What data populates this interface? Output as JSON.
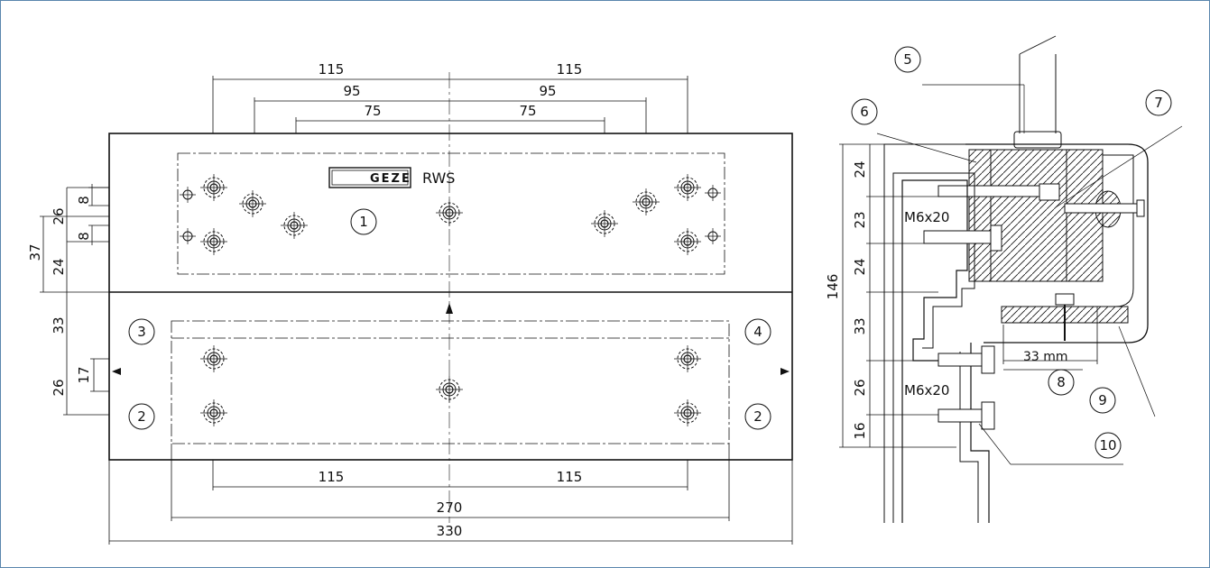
{
  "front_view": {
    "brand_logo": "GEZE",
    "model_label": "RWS",
    "top_dims": {
      "d115": "115",
      "d95": "95",
      "d75": "75"
    },
    "left_dims": {
      "d8": "8",
      "d26": "26",
      "d37": "37",
      "d24": "24",
      "d33": "33",
      "d17": "17"
    },
    "bottom_dims": {
      "d115": "115",
      "d270": "270",
      "d330": "330"
    },
    "callouts": {
      "c1": "1",
      "c2": "2",
      "c3": "3",
      "c4": "4"
    }
  },
  "section_view": {
    "callouts": {
      "c5": "5",
      "c6": "6",
      "c7": "7",
      "c8": "8",
      "c9": "9",
      "c10": "10"
    },
    "screw_label": "M6x20",
    "overall_height": "146",
    "left_dims": {
      "d24": "24",
      "d23": "23",
      "d33": "33",
      "d26": "26",
      "d16": "16"
    },
    "offset_label": "33 mm"
  },
  "colors": {
    "frame_border": "#5a86ad",
    "line": "#111111"
  }
}
